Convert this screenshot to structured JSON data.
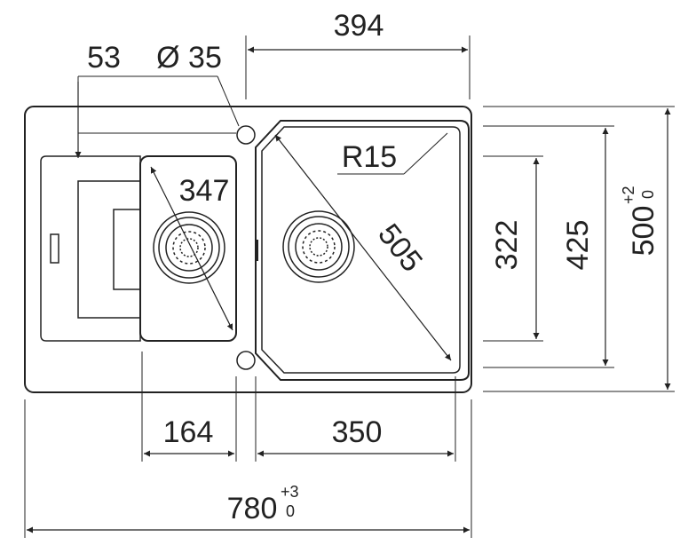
{
  "dimensions": {
    "top_width": "394",
    "offset": "53",
    "hole": "Ø 35",
    "radius": "R15",
    "small_bowl_diagonal": "347",
    "large_bowl_diagonal": "505",
    "large_bowl_height": "322",
    "inner_height": "425",
    "total_height": "500",
    "total_height_tol_upper": "+2",
    "total_height_tol_lower": "0",
    "small_bowl_width": "164",
    "large_bowl_width": "350",
    "total_width": "780",
    "total_width_tol_upper": "+3",
    "total_width_tol_lower": "0"
  }
}
